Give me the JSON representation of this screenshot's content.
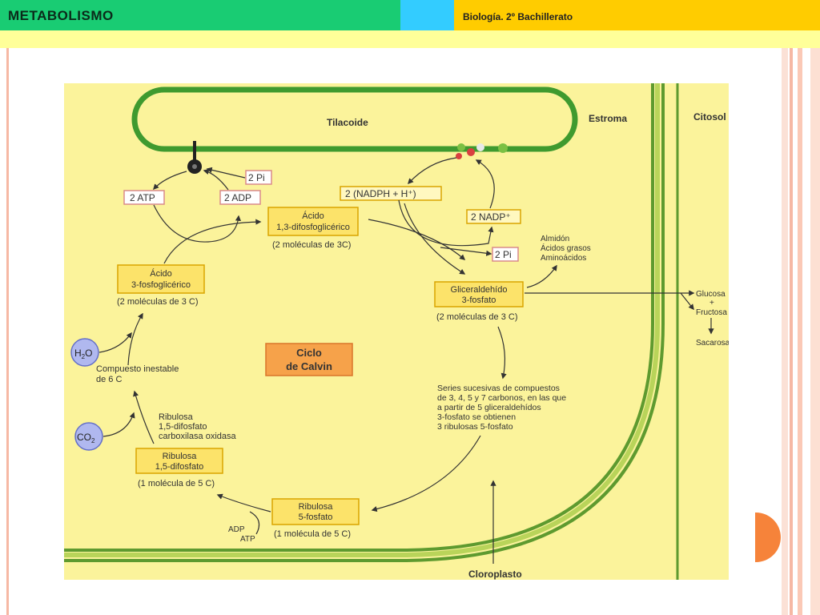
{
  "header": {
    "title": "METABOLISMO",
    "subtitle": "Biología. 2º Bachillerato"
  },
  "diagram": {
    "labels": {
      "tilacoide": "Tilacoide",
      "estroma": "Estroma",
      "citosol": "Citosol",
      "cloroplasto": "Cloroplasto",
      "ciclo_line1": "Ciclo",
      "ciclo_line2": "de Calvin"
    },
    "boxes": {
      "atp": "2 ATP",
      "adp": "2 ADP",
      "pi_top": "2 Pi",
      "nadph": "2 (NADPH + H⁺)",
      "nadp": "2 NADP⁺",
      "pi_right": "2 Pi",
      "acido13_l1": "Ácido",
      "acido13_l2": "1,3-difosfoglicérico",
      "acido3_l1": "Ácido",
      "acido3_l2": "3-fosfoglicérico",
      "glicer_l1": "Gliceraldehído",
      "glicer_l2": "3-fosfato",
      "ribdif_l1": "Ribulosa",
      "ribdif_l2": "1,5-difosfato",
      "rib5_l1": "Ribulosa",
      "rib5_l2": "5-fosfato"
    },
    "notes": {
      "mol_3c_a": "(2 moléculas de 3C)",
      "mol_3c_b": "(2 moléculas de 3 C)",
      "mol_3c_c": "(2 moléculas de 3 C)",
      "mol_5c_a": "(1 molécula de 5 C)",
      "mol_5c_b": "(1 molécula de 5 C)",
      "compuesto_l1": "Compuesto inestable",
      "compuesto_l2": "de 6 C",
      "enzima_l1": "Ribulosa",
      "enzima_l2": "1,5-difosfato",
      "enzima_l3": "carboxilasa oxidasa",
      "prod_l1": "Almidón",
      "prod_l2": "Ácidos grasos",
      "prod_l3": "Aminoácidos",
      "glucosa": "Glucosa",
      "plus": "+",
      "fructosa": "Fructosa",
      "sacarosa": "Sacarosa",
      "series_l1": "Series sucesivas de compuestos",
      "series_l2": "de 3, 4, 5 y 7 carbonos, en las que",
      "series_l3": "a partir de 5 gliceraldehídos",
      "series_l4": "3-fosfato se obtienen",
      "series_l5": "3 ribulosas 5-fosfato",
      "adp_small": "ADP",
      "atp_small": "ATP"
    },
    "molecules": {
      "h2o_main": "H",
      "h2o_sub": "2",
      "h2o_end": "O",
      "co2_main": "CO",
      "co2_sub": "2"
    }
  }
}
